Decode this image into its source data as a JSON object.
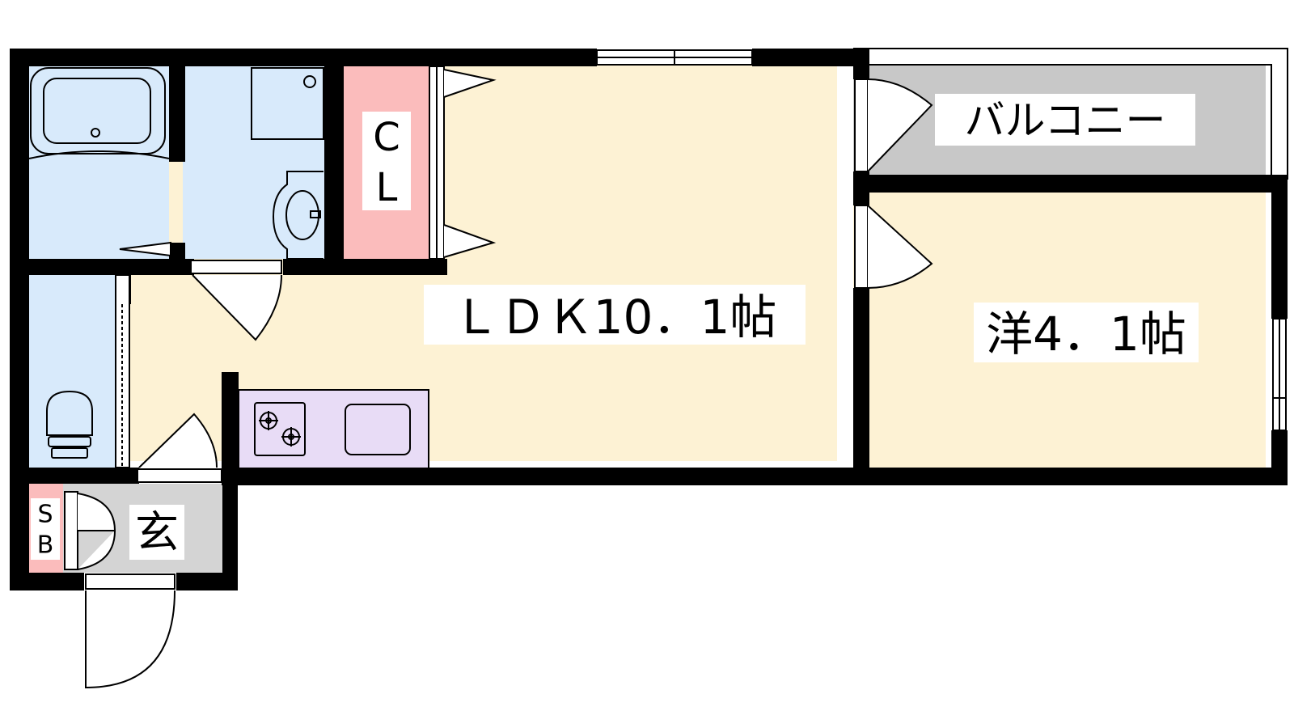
{
  "colors": {
    "wall": "#000000",
    "ldk": "#fdf2d4",
    "western": "#fdf2d4",
    "wet": "#d8eafb",
    "closet": "#fbbcbc",
    "kitchen": "#e8dcf6",
    "balcony": "#c8c8c8",
    "entrance": "#d4d4d4"
  },
  "labels": {
    "ldk": "ＬＤＫ10．1帖",
    "western": "洋4．1帖",
    "balcony": "バルコニー",
    "closet_line1": "C",
    "closet_line2": "L",
    "shoebox_line1": "S",
    "shoebox_line2": "B",
    "entrance": "玄"
  }
}
